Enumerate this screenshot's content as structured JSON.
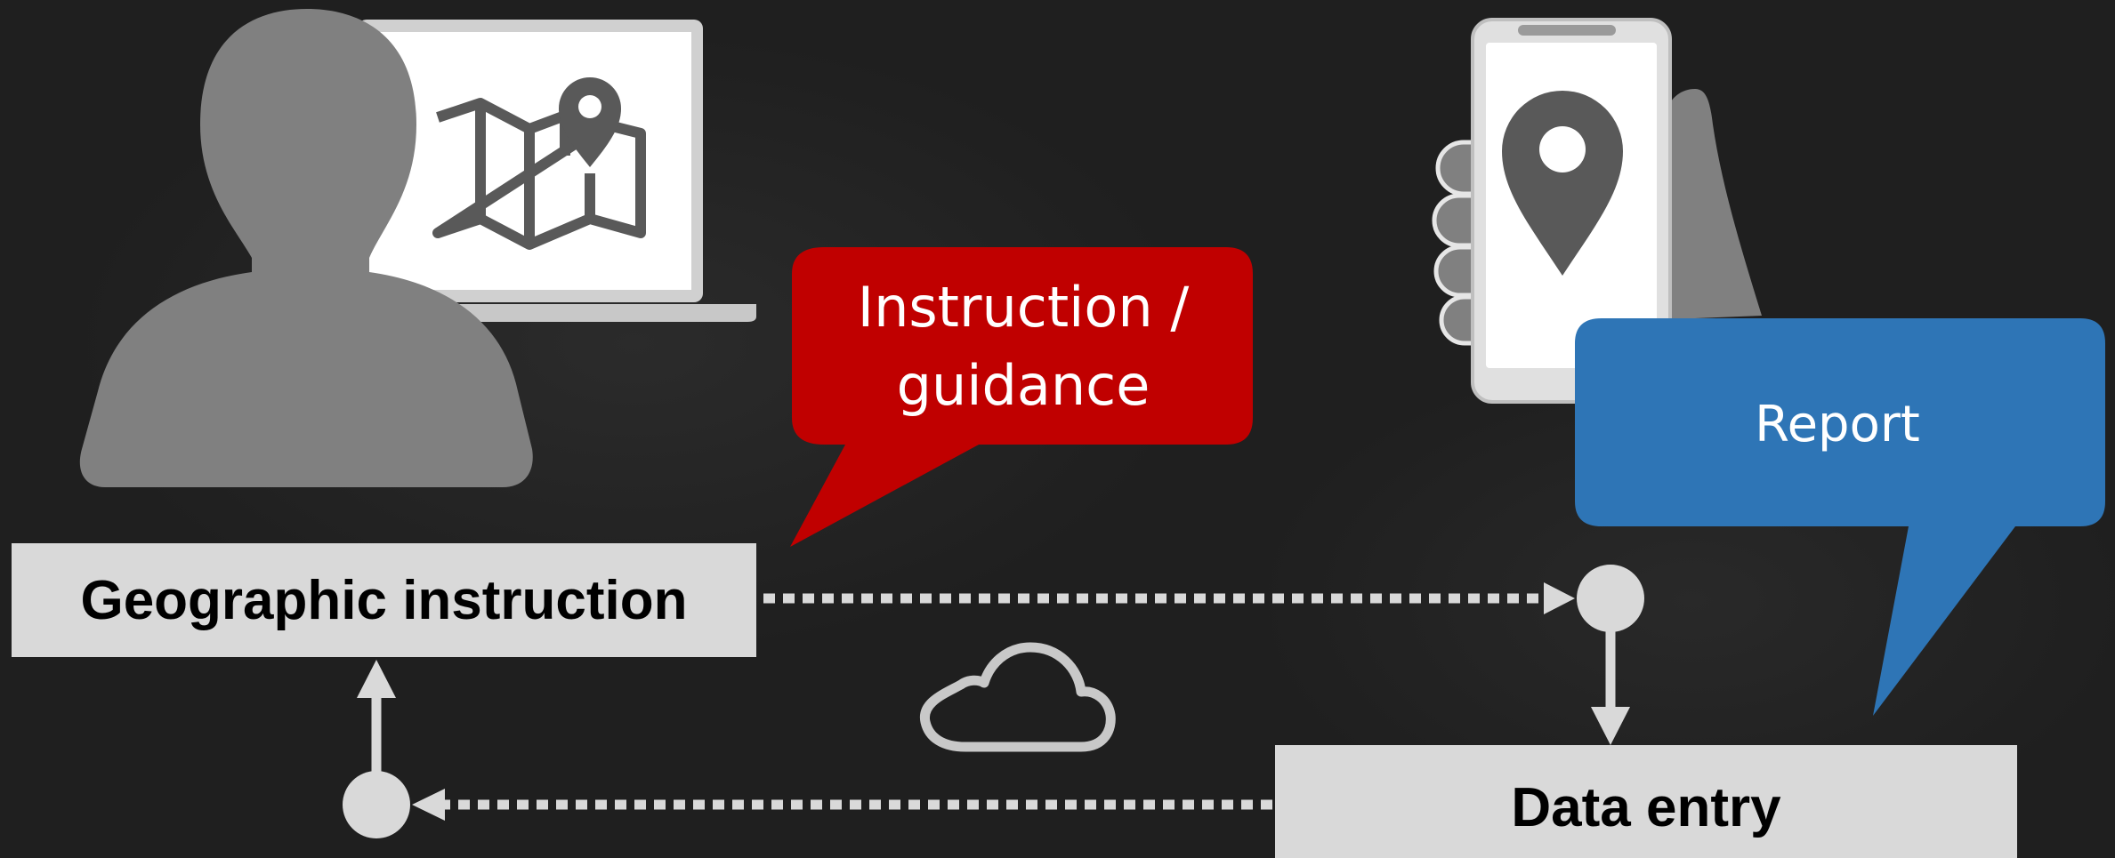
{
  "labels": {
    "geographic_instruction": "Geographic instruction",
    "data_entry": "Data entry"
  },
  "bubbles": {
    "instruction_line1": "Instruction /",
    "instruction_line2": "guidance",
    "report": "Report"
  },
  "icons": {
    "person": "person-icon",
    "laptop": "laptop-icon",
    "map": "map-pin-icon",
    "phone": "phone-icon",
    "hand": "hand-icon",
    "location_pin": "location-pin-icon",
    "cloud": "cloud-icon"
  },
  "colors": {
    "background": "#1f1f1f",
    "label_box": "#d9d9d9",
    "instruction_bubble": "#c00000",
    "report_bubble": "#2e75b6",
    "arrow": "#d9d9d9",
    "figure": "#808080"
  }
}
